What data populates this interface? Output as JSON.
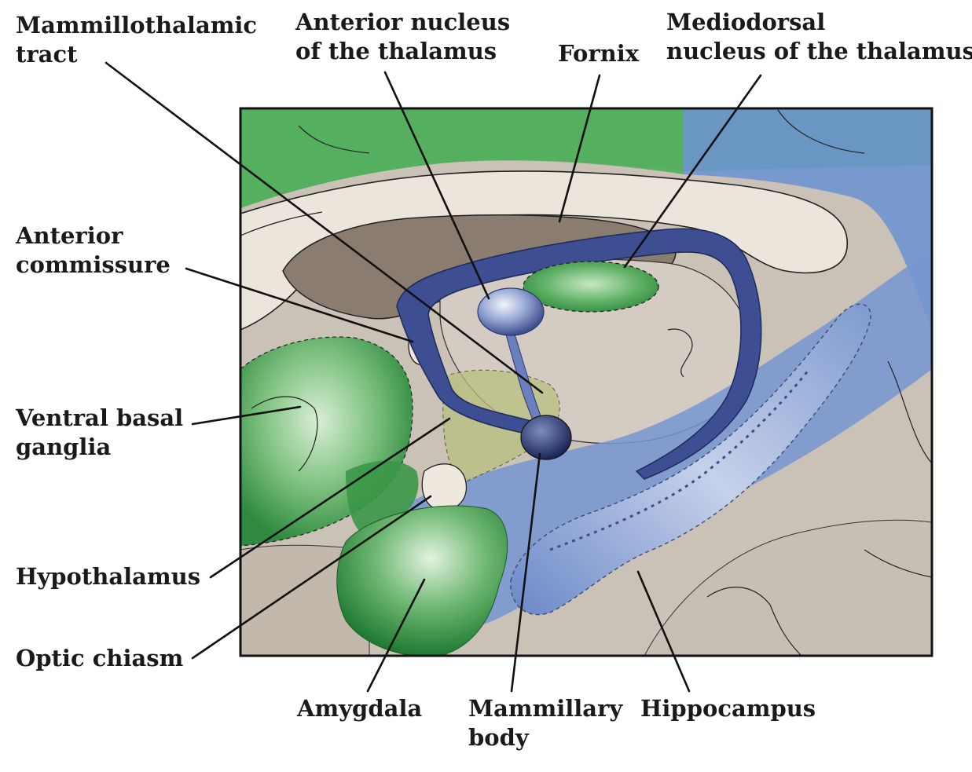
{
  "title": "Limbic system structures (medial view)",
  "colors": {
    "green": "#3f9e4b",
    "blue": "#5b7fc0",
    "darkblue": "#2c3a78",
    "brain": "#cdc3b8",
    "frame": "#111111"
  },
  "labels": {
    "mammillothalamic_tract": [
      "Mammillothalamic",
      "tract"
    ],
    "anterior_nucleus": [
      "Anterior nucleus",
      "of the thalamus"
    ],
    "fornix": [
      "Fornix"
    ],
    "mediodorsal_nucleus": [
      "Mediodorsal",
      "nucleus of the thalamus"
    ],
    "anterior_commissure": [
      "Anterior",
      "commissure"
    ],
    "ventral_basal_ganglia": [
      "Ventral basal",
      "ganglia"
    ],
    "hypothalamus": [
      "Hypothalamus"
    ],
    "optic_chiasm": [
      "Optic chiasm"
    ],
    "amygdala": [
      "Amygdala"
    ],
    "mammillary_body": [
      "Mammillary",
      "body"
    ],
    "hippocampus": [
      "Hippocampus"
    ]
  }
}
